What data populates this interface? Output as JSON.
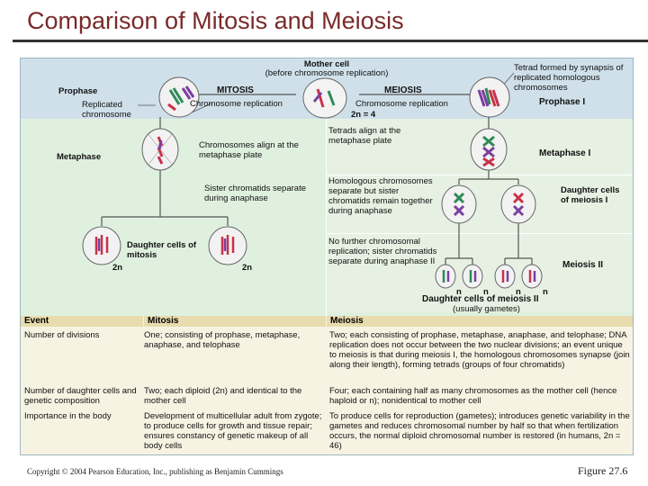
{
  "title": "Comparison of Mitosis and Meiosis",
  "diagram": {
    "mother_cell": "Mother cell",
    "mother_cell_sub": "(before chromosome replication)",
    "prophase": "Prophase",
    "mitosis": "MITOSIS",
    "meiosis": "MEIOSIS",
    "chromosome_replication": "Chromosome replication",
    "replicated_chromosome": "Replicated chromosome",
    "two_n_four": "2n = 4",
    "tetrad_label": "Tetrad formed by synapsis of replicated homologous chromosomes",
    "prophase_i": "Prophase I",
    "metaphase": "Metaphase",
    "chromosomes_align": "Chromosomes align at the metaphase plate",
    "tetrads_align": "Tetrads align at the metaphase plate",
    "metaphase_i": "Metaphase I",
    "sister_chromatids": "Sister chromatids separate during anaphase",
    "homologous_separate": "Homologous chromosomes separate but sister chromatids remain together during anaphase",
    "daughter_cells_meiosis_i": "Daughter cells of meiosis I",
    "daughter_cells_mitosis": "Daughter cells of mitosis",
    "two_n": "2n",
    "no_further": "No further chromosomal replication; sister chromatids separate during anaphase II",
    "meiosis_ii": "Meiosis II",
    "n": "n",
    "daughter_cells_meiosis_ii": "Daughter cells of meiosis II",
    "usually_gametes": "(usually gametes)"
  },
  "table": {
    "headers": [
      "Event",
      "Mitosis",
      "Meiosis"
    ],
    "rows": [
      {
        "event": "Number of divisions",
        "mitosis": "One; consisting of prophase, metaphase, anaphase, and telophase",
        "meiosis": "Two; each consisting of prophase, metaphase, anaphase, and telophase; DNA replication does not occur between the two nuclear divisions; an event unique to meiosis is that during meiosis I, the homologous chromosomes synapse (join along their length), forming tetrads (groups of four chromatids)"
      },
      {
        "event": "Number of daughter cells and genetic composition",
        "mitosis": "Two; each diploid (2n) and identical to the mother cell",
        "meiosis": "Four; each containing half as many chromosomes as the mother cell (hence haploid or n); nonidentical to mother cell"
      },
      {
        "event": "Importance in the body",
        "mitosis": "Development of multicellular adult from zygote; to produce cells for growth and tissue repair; ensures constancy of genetic makeup of all body cells",
        "meiosis": "To produce cells for reproduction (gametes); introduces genetic variability in the gametes and reduces chromosomal number by half so that when fertilization occurs, the normal diploid chromosomal number is restored (in humans, 2n = 46)"
      }
    ]
  },
  "footer": {
    "copyright": "Copyright © 2004 Pearson Education, Inc., publishing as Benjamin Cummings",
    "figure": "Figure 27.6"
  },
  "colors": {
    "title": "#7a2a2a",
    "chromosome_red": "#c8324a",
    "chromosome_green": "#2e8b57",
    "chromosome_purple": "#7b3fa0"
  }
}
